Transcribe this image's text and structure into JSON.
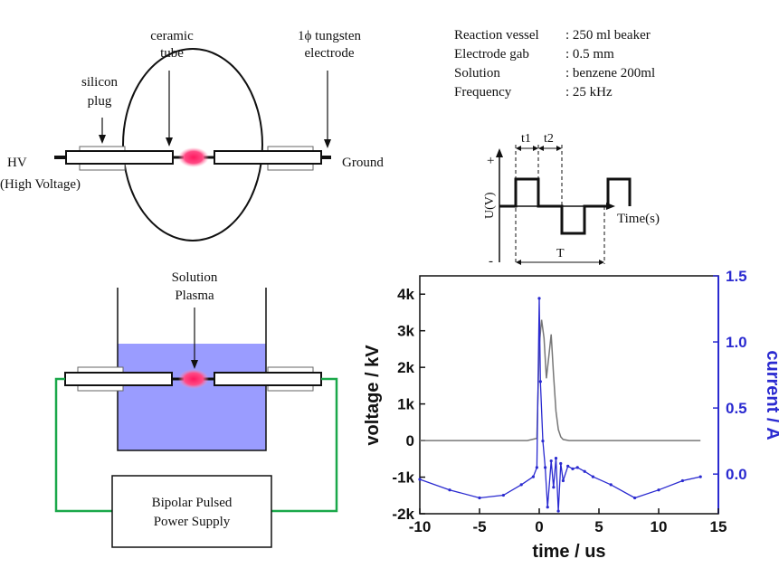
{
  "top_diagram": {
    "ceramic_tube": "ceramic\ntube",
    "tungsten_electrode": "1ϕ tungsten\nelectrode",
    "silicon_plug": "silicon\nplug",
    "hv": "HV",
    "high_voltage": "(High Voltage)",
    "ground": "Ground"
  },
  "params": [
    {
      "name": "Reaction vessel",
      "value": ": 250 ml beaker"
    },
    {
      "name": "Electrode gab",
      "value": ": 0.5 mm"
    },
    {
      "name": "Solution",
      "value": ": benzene  200ml"
    },
    {
      "name": "Frequency",
      "value": ": 25 kHz"
    }
  ],
  "waveform": {
    "t1": "t1",
    "t2": "t2",
    "plus": "+",
    "minus": "-",
    "ylabel": "U(V)",
    "xlabel": "Time(s)",
    "period": "T"
  },
  "bottom_diagram": {
    "plasma_label": "Solution\nPlasma",
    "supply_label": "Bipolar Pulsed\nPower Supply"
  },
  "colors": {
    "plasma": "#ff3a78",
    "solution": "#9a9cff",
    "wire": "#1aa84a",
    "current": "#2a2ad0",
    "voltage": "#777777"
  },
  "chart_data": {
    "type": "line",
    "xlabel": "time / us",
    "ylabel_left": "voltage / kV",
    "ylabel_right": "current / A",
    "xlim": [
      -10,
      15
    ],
    "ylim_left": [
      -2000,
      4500
    ],
    "ylim_right": [
      -0.3,
      1.5
    ],
    "x_ticks": [
      "-10",
      "-5",
      "0",
      "5",
      "10",
      "15"
    ],
    "y_ticks_left": [
      {
        "v": -2000,
        "label": "-2k"
      },
      {
        "v": -1000,
        "label": "-1k"
      },
      {
        "v": 0,
        "label": "0"
      },
      {
        "v": 1000,
        "label": "1k"
      },
      {
        "v": 2000,
        "label": "2k"
      },
      {
        "v": 3000,
        "label": "3k"
      },
      {
        "v": 4000,
        "label": "4k"
      }
    ],
    "y_ticks_right": [
      {
        "v": 0.0,
        "label": "0.0"
      },
      {
        "v": 0.5,
        "label": "0.5"
      },
      {
        "v": 1.0,
        "label": "1.0"
      },
      {
        "v": 1.5,
        "label": "1.5"
      }
    ],
    "series": [
      {
        "axis": "left",
        "x": [
          -10,
          -1,
          -0.2,
          0,
          0.2,
          0.4,
          0.6,
          0.8,
          1.0,
          1.2,
          1.4,
          1.6,
          1.8,
          2.0,
          2.5,
          3,
          13.5
        ],
        "y": [
          0,
          0,
          60,
          2600,
          3300,
          2800,
          1700,
          2300,
          2900,
          1800,
          800,
          300,
          100,
          30,
          0,
          0,
          0
        ]
      },
      {
        "axis": "right",
        "x": [
          -10,
          -7.5,
          -5,
          -3,
          -1.5,
          -0.5,
          -0.2,
          0,
          0.1,
          0.3,
          0.5,
          0.7,
          1.0,
          1.2,
          1.4,
          1.6,
          1.8,
          2.0,
          2.4,
          2.8,
          3.2,
          3.8,
          4.5,
          6,
          8,
          10,
          12,
          13.5
        ],
        "y": [
          -0.04,
          -0.12,
          -0.18,
          -0.16,
          -0.08,
          -0.02,
          0.05,
          1.33,
          0.7,
          0.25,
          0.05,
          -0.25,
          0.1,
          -0.1,
          0.12,
          -0.28,
          0.08,
          -0.05,
          0.06,
          0.04,
          0.05,
          0.02,
          -0.02,
          -0.08,
          -0.18,
          -0.12,
          -0.05,
          -0.02
        ]
      }
    ]
  }
}
